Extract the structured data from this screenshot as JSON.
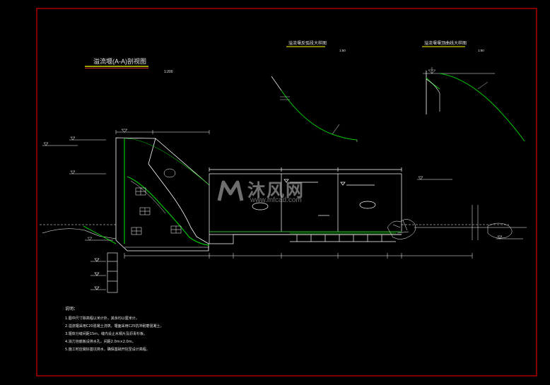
{
  "colors": {
    "background": "#000000",
    "frame": "#ff0000",
    "outline": "#ffffff",
    "slope": "#00c800",
    "accent": "#ffff00",
    "text": "#e8e8e8"
  },
  "drawing": {
    "main_title": "溢流堰(A-A)剖视图",
    "main_scale": "1:200",
    "detail1_title": "溢流堰反弧段大样图",
    "detail1_scale": "1:50",
    "detail2_title": "溢流堰堰顶曲线大样图",
    "detail2_scale": "1:50"
  },
  "notes": {
    "heading": "说明：",
    "items": [
      "1.图中尺寸除高程以米计外，其余均以厘米计。",
      "2.溢流堰采用C20混凝土浇筑，堰面采用C25抗冲耐磨混凝土。",
      "3.堰体分缝间距15m，缝内设止水铜片及沥青杉板。",
      "4.消力池底板设排水孔，间距2.0m×2.0m。",
      "5.施工时应做好基坑排水，确保基础开挖至设计高程。"
    ]
  },
  "watermark": {
    "brand": "沐风网",
    "url": "www.mfcad.com"
  }
}
